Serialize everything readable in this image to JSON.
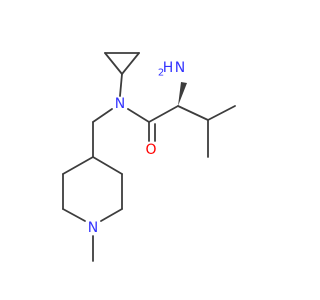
{
  "molecule": {
    "atoms": {
      "amine_n": "N",
      "amine_h": "H",
      "amine_h_count": "2",
      "amide_n": "N",
      "carbonyl_o": "O",
      "ring_n": "N"
    },
    "colors": {
      "bond": "#3d3d3d",
      "nitrogen": "#3333ff",
      "oxygen": "#ff0000",
      "background": "#ffffff"
    }
  }
}
